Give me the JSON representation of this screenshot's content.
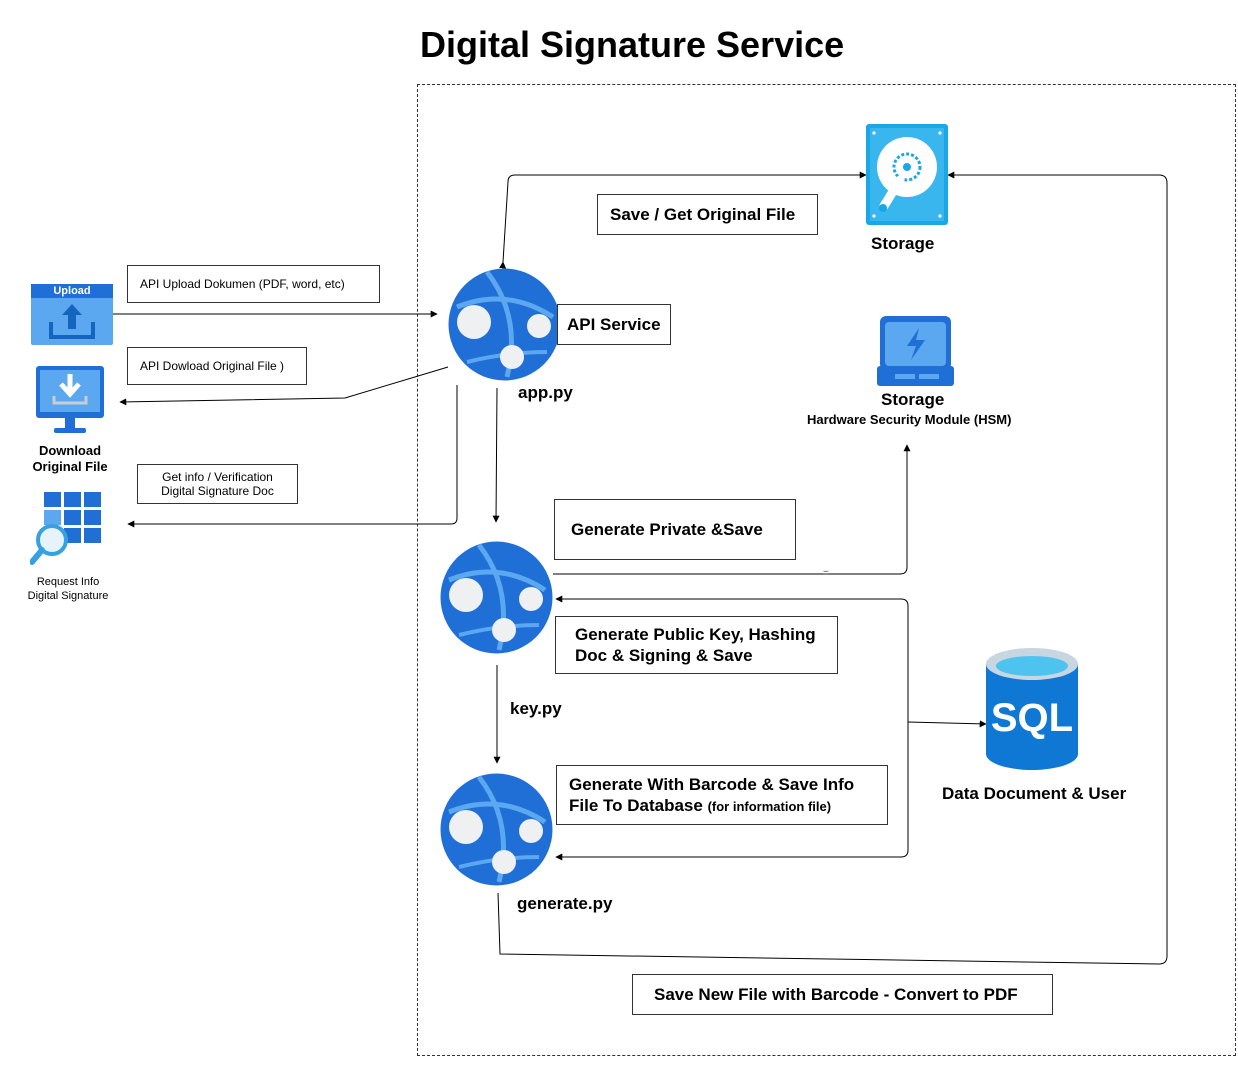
{
  "title": "Digital Signature Service",
  "colors": {
    "azure_blue": "#1f6fd6",
    "azure_light": "#5ba8f0",
    "storage_cyan": "#1aa7e6",
    "sql_blue": "#0f78d4"
  },
  "client": {
    "upload_icon_text": "Upload",
    "download_label_line1": "Download",
    "download_label_line2": "Original File",
    "request_label_line1": "Request Info",
    "request_label_line2": "Digital Signature"
  },
  "api_calls": {
    "upload": "API Upload Dokumen (PDF, word, etc)",
    "download": "API Dowload Original File )",
    "info_line1": "Get info / Verification",
    "info_line2": "Digital Signature Doc"
  },
  "services": {
    "api_service_label": "API Service",
    "app": "app.py",
    "key": "key.py",
    "generate": "generate.py"
  },
  "steps": {
    "save_get": "Save / Get Original File",
    "private": "Generate Private &Save",
    "public_line1": "Generate Public Key, Hashing",
    "public_line2": "Doc & Signing & Save",
    "barcode_line1": "Generate With Barcode & Save Info",
    "barcode_line2": "File To Database",
    "barcode_note": "(for information file)",
    "save_new": "Save New File with Barcode - Convert to PDF"
  },
  "stores": {
    "storage": "Storage",
    "hsm_title": "Storage",
    "hsm_sub": "Hardware Security Module (HSM)",
    "sql_text": "SQL",
    "sql_label": "Data Document & User"
  }
}
